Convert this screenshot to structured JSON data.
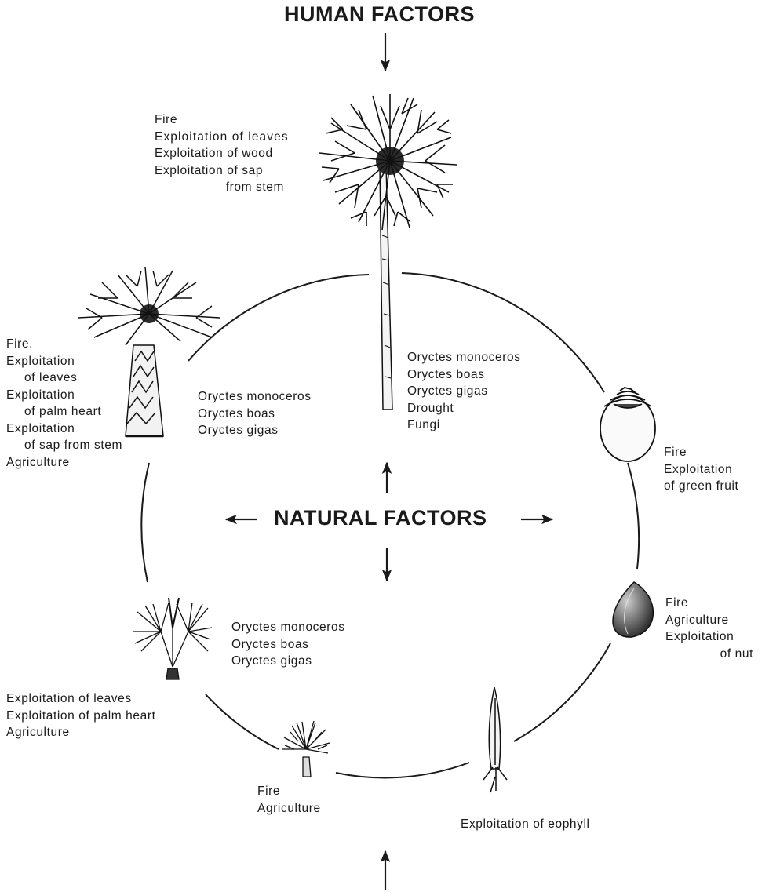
{
  "titles": {
    "human": "HUMAN FACTORS",
    "natural": "NATURAL FACTORS"
  },
  "stages": {
    "adult": {
      "icon": "tall-palm-icon",
      "human": [
        "Fire",
        "Exploitation of leaves",
        "Exploitation of wood",
        "Exploitation of sap",
        "from stem"
      ],
      "natural": [
        "Oryctes monoceros",
        "Oryctes boas",
        "Oryctes gigas",
        "Drought",
        "Fungi"
      ]
    },
    "green_fruit": {
      "icon": "green-fruit-icon",
      "human": [
        "Fire",
        "Exploitation",
        "of green fruit"
      ]
    },
    "nut": {
      "icon": "nut-icon",
      "human": [
        "Fire",
        "Agriculture",
        "Exploitation",
        "of nut"
      ]
    },
    "eophyll": {
      "icon": "eophyll-icon",
      "human": [
        "Exploitation of eophyll"
      ]
    },
    "seedling": {
      "icon": "seedling-icon",
      "human": [
        "Fire",
        "Agriculture"
      ]
    },
    "juvenile": {
      "icon": "juvenile-palm-icon",
      "human": [
        "Exploitation of leaves",
        "Exploitation of palm heart",
        "Agriculture"
      ],
      "natural": [
        "Oryctes monoceros",
        "Oryctes boas",
        "Oryctes gigas"
      ]
    },
    "young": {
      "icon": "young-palm-icon",
      "human": [
        "Fire.",
        "Exploitation",
        "of leaves",
        "Exploitation",
        "of palm heart",
        "Exploitation",
        "of sap from stem",
        "Agriculture"
      ],
      "natural": [
        "Oryctes monoceros",
        "Oryctes boas",
        "Oryctes gigas"
      ]
    }
  }
}
